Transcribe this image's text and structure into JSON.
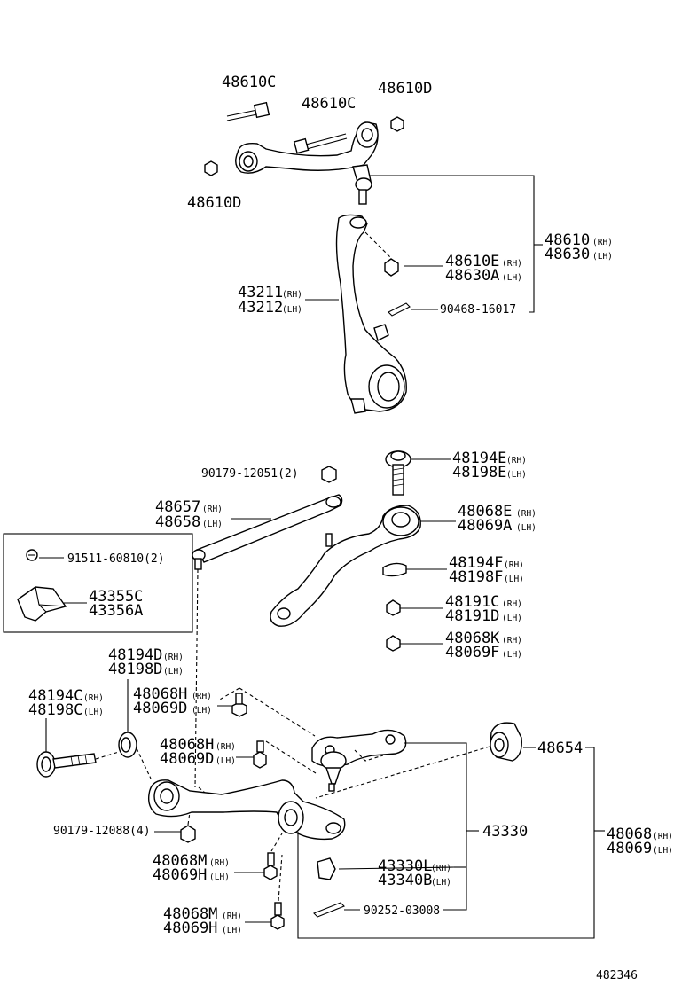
{
  "diagram_id": "482346",
  "labels": {
    "p48610C_a": "48610C",
    "p48610C_b": "48610C",
    "p48610D_a": "48610D",
    "p48610D_b": "48610D",
    "p48610": "48610",
    "p48610_side": "(RH)",
    "p48630": "48630",
    "p48630_side": "(LH)",
    "p48610E": "48610E",
    "p48610E_side": "(RH)",
    "p48630A": "48630A",
    "p48630A_side": "(LH)",
    "p43211": "43211",
    "p43211_side": "(RH)",
    "p43212": "43212",
    "p43212_side": "(LH)",
    "p90468": "90468-16017",
    "p48194E": "48194E",
    "p48194E_side": "(RH)",
    "p48198E": "48198E",
    "p48198E_side": "(LH)",
    "p90179_12051": "90179-12051(2)",
    "p48657": "48657",
    "p48657_side": "(RH)",
    "p48658": "48658",
    "p48658_side": "(LH)",
    "p48068E": "48068E",
    "p48068E_side": "(RH)",
    "p48069A": "48069A",
    "p48069A_side": "(LH)",
    "p91511": "91511-60810(2)",
    "p43355C": "43355C",
    "p43356A": "43356A",
    "p48194F": "48194F",
    "p48194F_side": "(RH)",
    "p48198F": "48198F",
    "p48198F_side": "(LH)",
    "p48191C": "48191C",
    "p48191C_side": "(RH)",
    "p48191D": "48191D",
    "p48191D_side": "(LH)",
    "p48068K": "48068K",
    "p48068K_side": "(RH)",
    "p48069F": "48069F",
    "p48069F_side": "(LH)",
    "p48194D": "48194D",
    "p48194D_side": "(RH)",
    "p48198D": "48198D",
    "p48198D_side": "(LH)",
    "p48194C": "48194C",
    "p48194C_side": "(RH)",
    "p48198C": "48198C",
    "p48198C_side": "(LH)",
    "p48068H_a": "48068H",
    "p48068H_a_side": "(RH)",
    "p48069D_a": "48069D",
    "p48069D_a_side": "(LH)",
    "p48068H_b": "48068H",
    "p48068H_b_side": "(RH)",
    "p48069D_b": "48069D",
    "p48069D_b_side": "(LH)",
    "p48654": "48654",
    "p90179_12088": "90179-12088(4)",
    "p43330": "43330",
    "p48068": "48068",
    "p48068_side": "(RH)",
    "p48069": "48069",
    "p48069_side": "(LH)",
    "p48068M_a": "48068M",
    "p48068M_a_side": "(RH)",
    "p48069H_a": "48069H",
    "p48069H_a_side": "(LH)",
    "p43330L": "43330L",
    "p43330L_side": "(RH)",
    "p43340B": "43340B",
    "p43340B_side": "(LH)",
    "p48068M_b": "48068M",
    "p48068M_b_side": "(RH)",
    "p48069H_b": "48069H",
    "p48069H_b_side": "(LH)",
    "p90252": "90252-03008"
  }
}
